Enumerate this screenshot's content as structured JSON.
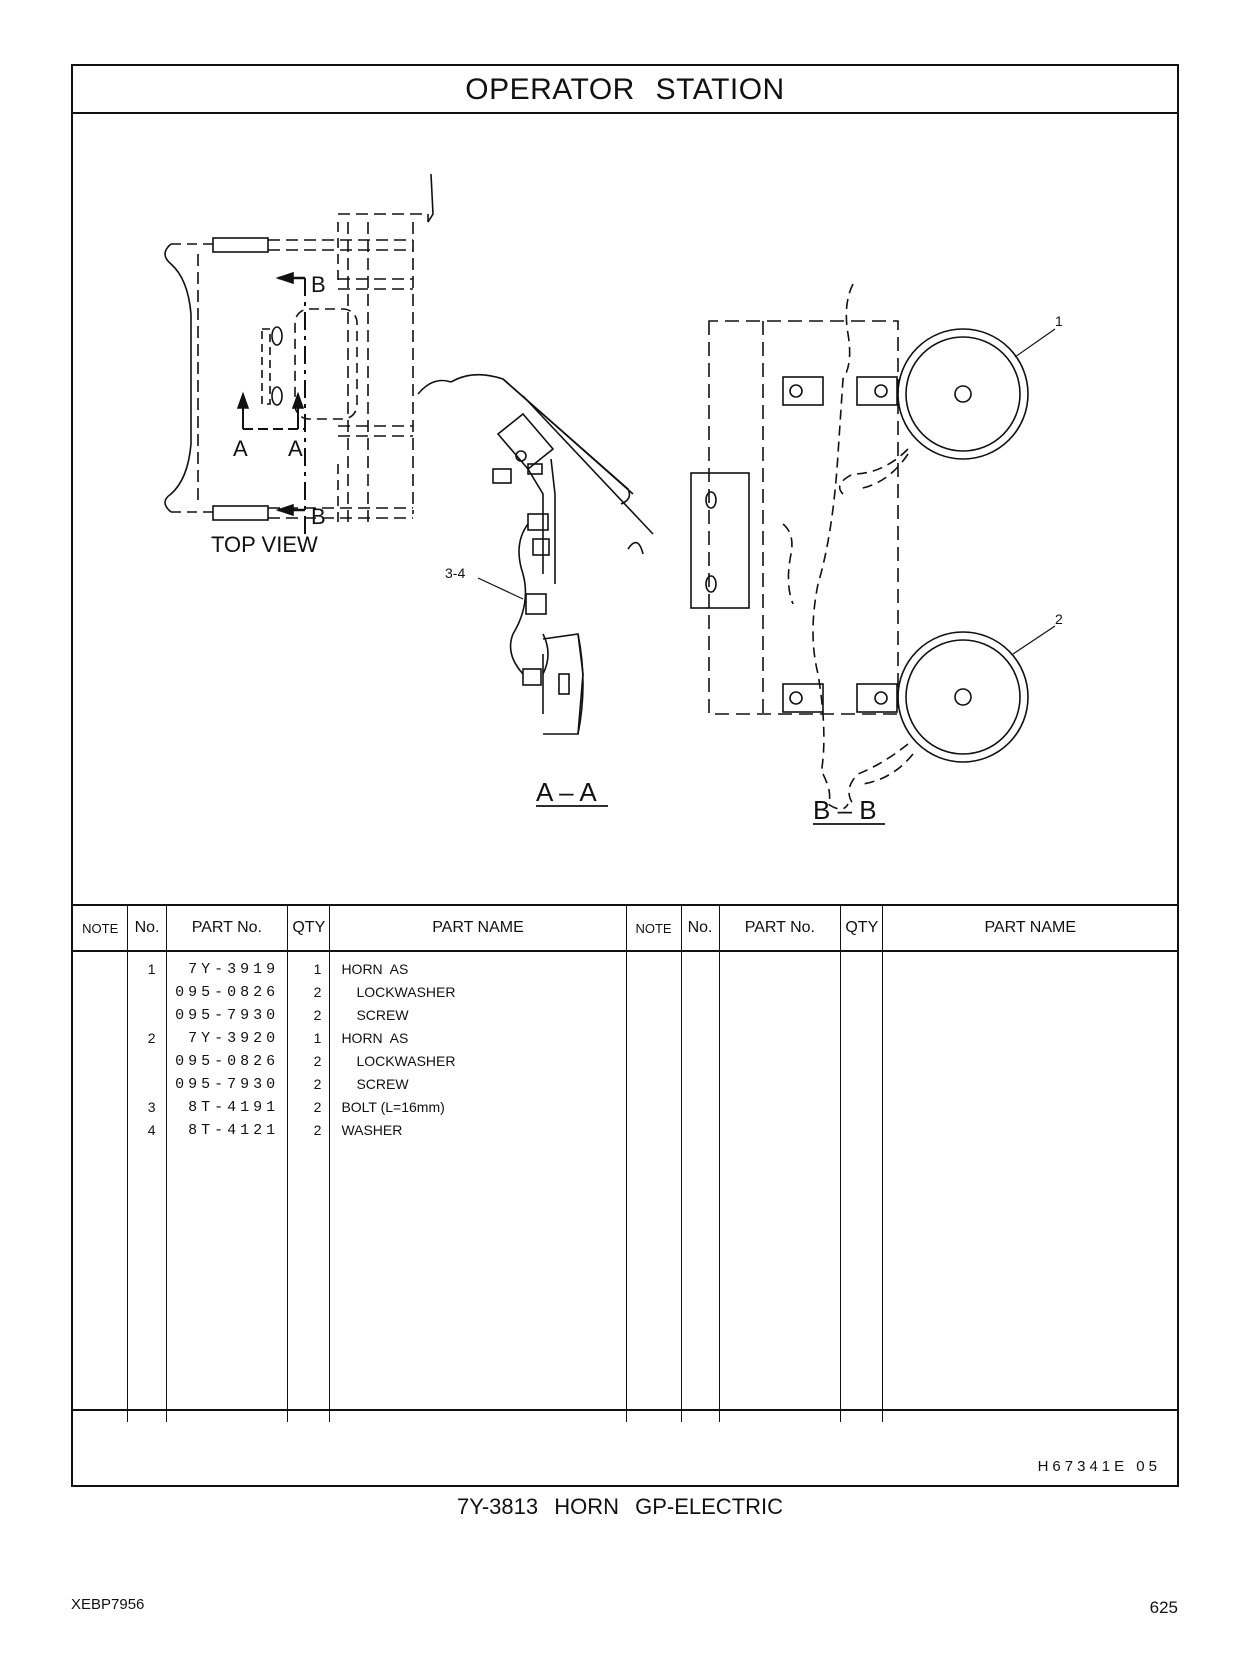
{
  "header": {
    "title": "OPERATOR   STATION"
  },
  "drawing": {
    "top_view_label": "TOP VIEW",
    "section_mark_a": "A",
    "section_mark_b": "B",
    "section_aa": "A – A",
    "section_bb": "B – B",
    "callout_1": "1",
    "callout_2": "2",
    "callout_34": "3-4"
  },
  "table": {
    "headers": [
      "NOTE",
      "No.",
      "PART No.",
      "QTY",
      "PART NAME",
      "NOTE",
      "No.",
      "PART No.",
      "QTY",
      "PART NAME"
    ],
    "rows": [
      {
        "no": "1",
        "part_no": "7Y-3919",
        "qty": "1",
        "name": "HORN  AS"
      },
      {
        "no": "",
        "part_no": "095-0826",
        "qty": "2",
        "name": "LOCKWASHER"
      },
      {
        "no": "",
        "part_no": "095-7930",
        "qty": "2",
        "name": "SCREW"
      },
      {
        "no": "2",
        "part_no": "7Y-3920",
        "qty": "1",
        "name": "HORN  AS"
      },
      {
        "no": "",
        "part_no": "095-0826",
        "qty": "2",
        "name": "LOCKWASHER"
      },
      {
        "no": "",
        "part_no": "095-7930",
        "qty": "2",
        "name": "SCREW"
      },
      {
        "no": "3",
        "part_no": "8T-4191",
        "qty": "2",
        "name": "BOLT (L=16mm)"
      },
      {
        "no": "4",
        "part_no": "8T-4121",
        "qty": "2",
        "name": "WASHER"
      }
    ]
  },
  "footer": {
    "ref_code": "H67341E   05",
    "caption": "7Y-3813   HORN   GP-ELECTRIC",
    "doc_id": "XEBP7956",
    "page_number": "625"
  }
}
